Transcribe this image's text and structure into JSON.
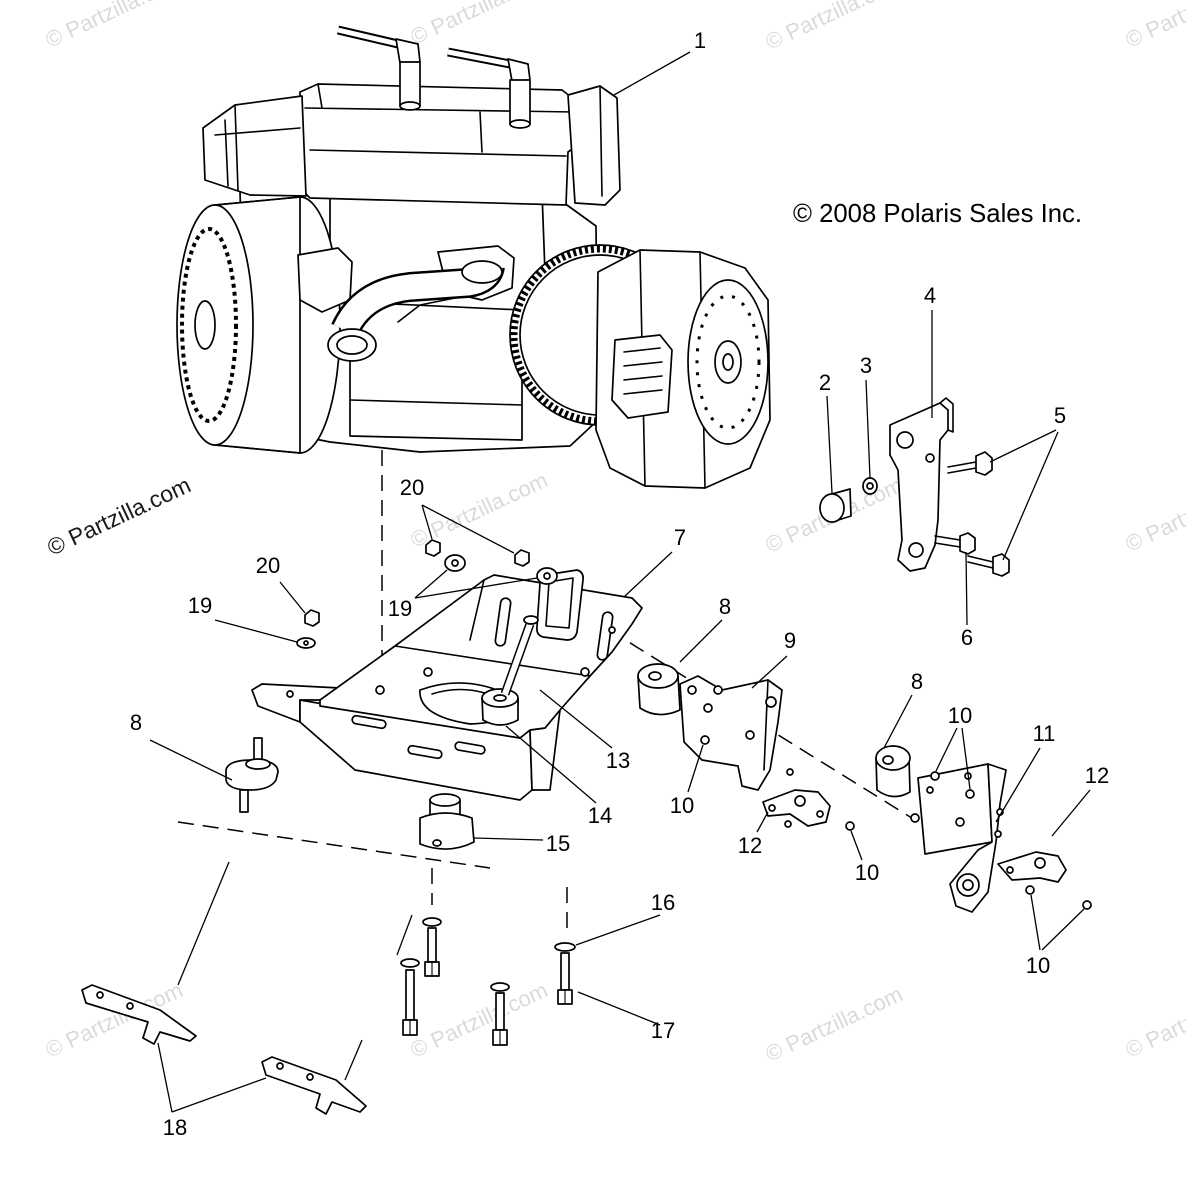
{
  "copyright": "© 2008 Polaris Sales Inc.",
  "watermark": "© Partzilla.com",
  "callouts": [
    "1",
    "2",
    "3",
    "4",
    "5",
    "6",
    "7",
    "8",
    "8",
    "8",
    "9",
    "10",
    "10",
    "10",
    "10",
    "11",
    "12",
    "12",
    "13",
    "14",
    "15",
    "16",
    "17",
    "18",
    "19",
    "19",
    "20",
    "20"
  ],
  "colors": {
    "line": "#000000",
    "background": "#ffffff",
    "watermark_faint": "#dadada"
  }
}
